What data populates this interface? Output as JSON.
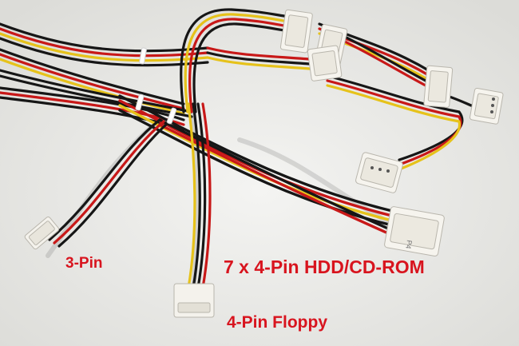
{
  "labels": {
    "three_pin": "3-Pin",
    "hdd_cdrom": "7 x 4-Pin HDD/CD-ROM",
    "floppy": "4-Pin Floppy"
  },
  "connector_marking": "P4",
  "colors": {
    "label": "#d8141e",
    "wire_red": "#c81818",
    "wire_black": "#161616",
    "wire_yellow": "#e6c21a",
    "connector": "#f4f2ec",
    "background": "#ececea"
  }
}
